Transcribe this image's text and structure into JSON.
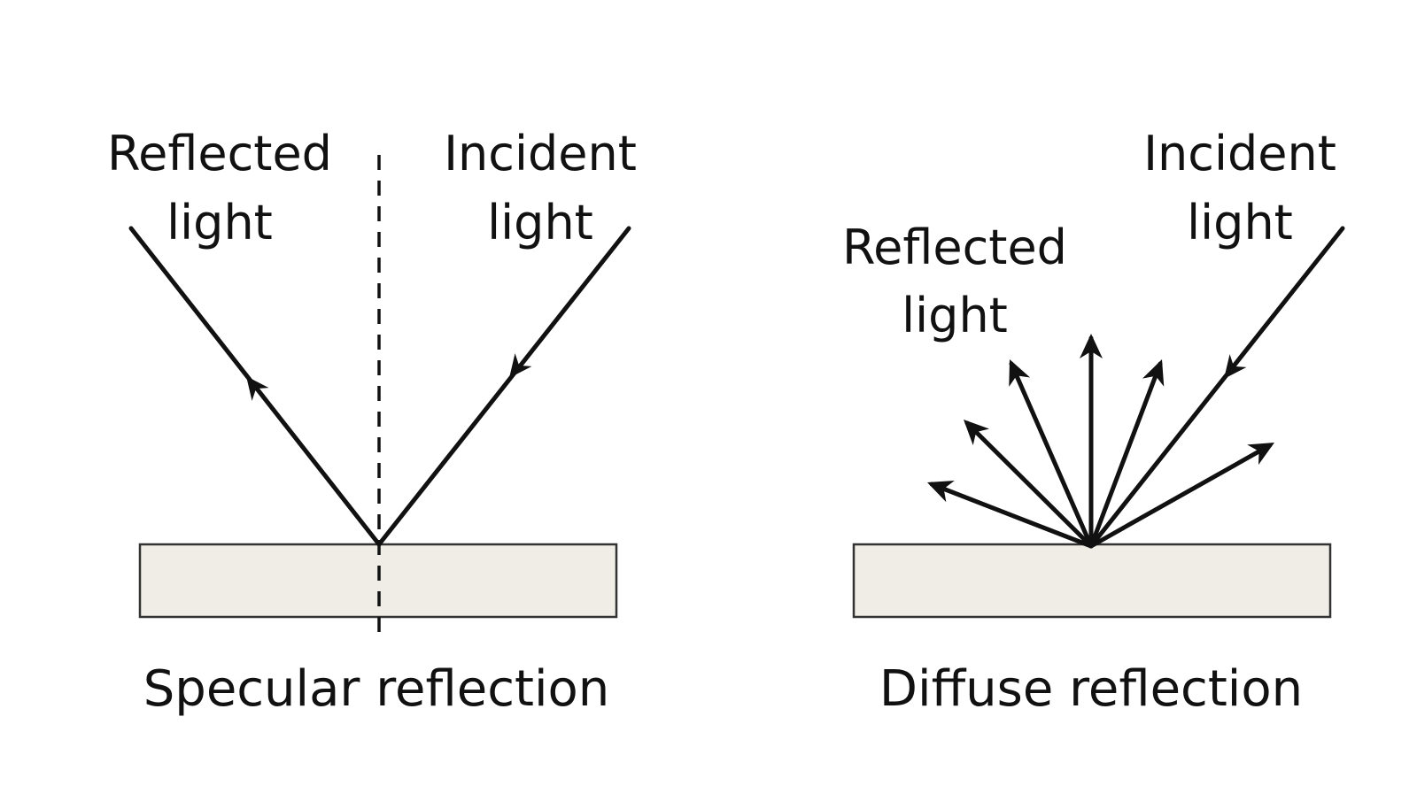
{
  "specular": {
    "reflected_label_line1": "Reflected",
    "reflected_label_line2": "light",
    "incident_label_line1": "Incident",
    "incident_label_line2": "light",
    "caption": "Specular reflection"
  },
  "diffuse": {
    "reflected_label_line1": "Reflected",
    "reflected_label_line2": "light",
    "incident_label_line1": "Incident",
    "incident_label_line2": "light",
    "caption": "Diffuse reflection"
  },
  "colors": {
    "surface_fill": "#efede6",
    "line": "#111111"
  }
}
